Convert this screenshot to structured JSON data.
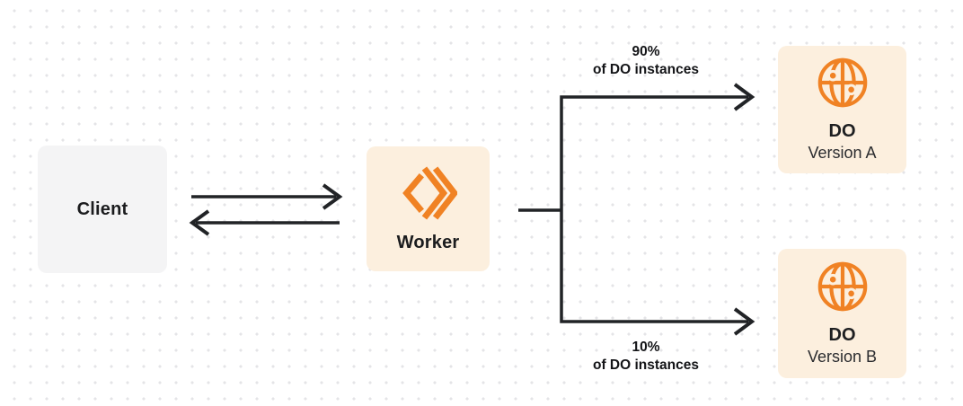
{
  "nodes": {
    "client": {
      "label": "Client"
    },
    "worker": {
      "label": "Worker",
      "icon": "cloudflare-workers-icon"
    },
    "do_version_a": {
      "title": "DO",
      "subtitle": "Version A",
      "icon": "globe-icon"
    },
    "do_version_b": {
      "title": "DO",
      "subtitle": "Version B",
      "icon": "globe-icon"
    }
  },
  "edges": {
    "client_worker": {
      "type": "bidirectional-arrows"
    },
    "top_branch": {
      "percent": "90%",
      "caption": "of DO instances"
    },
    "bottom_branch": {
      "percent": "10%",
      "caption": "of DO instances"
    }
  },
  "colors": {
    "accent_orange": "#F08224",
    "peach_box_bg": "#FCEFDE",
    "gray_box_bg": "#F4F4F5",
    "line_color": "#212326",
    "text_color": "#1B1C1E",
    "dot_grid": "#E4E4E7",
    "background": "#FFFFFF"
  }
}
